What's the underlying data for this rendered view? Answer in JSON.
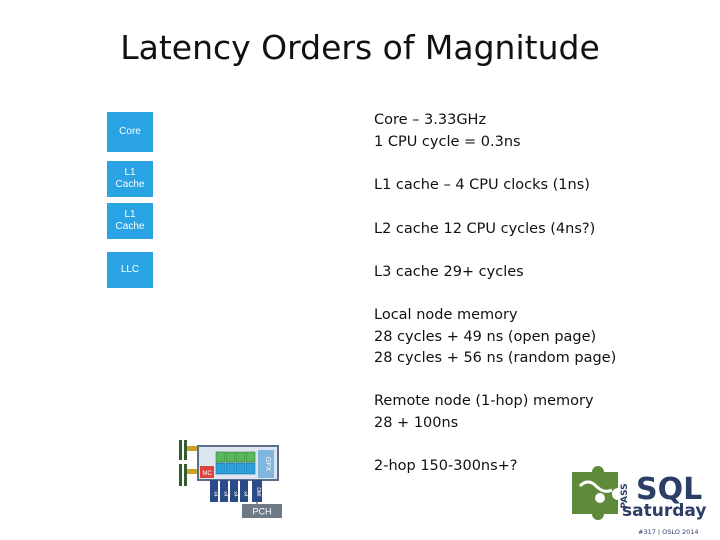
{
  "title": "Latency Orders of Magnitude",
  "blocks": [
    {
      "label": "Core"
    },
    {
      "label": "L1\nCache"
    },
    {
      "label": "L1\nCache"
    },
    {
      "label": "LLC"
    }
  ],
  "descriptions": [
    {
      "lines": [
        "Core – 3.33GHz",
        "1 CPU cycle = 0.3ns"
      ]
    },
    {
      "lines": [
        "L1 cache – 4 CPU clocks (1ns)"
      ]
    },
    {
      "lines": [
        "L2 cache 12 CPU cycles (4ns?)"
      ]
    },
    {
      "lines": [
        "L3 cache 29+ cycles"
      ]
    },
    {
      "lines": [
        "Local node memory",
        "28 cycles + 49 ns (open page)",
        "28 cycles + 56 ns (random page)"
      ]
    },
    {
      "lines": [
        "Remote node (1-hop) memory",
        "28 + 100ns"
      ]
    },
    {
      "lines": [
        "2-hop 150-300ns+?"
      ]
    }
  ],
  "chip": {
    "mc_label": "MC",
    "gfx_label": "GFX",
    "pch_label": "PCH",
    "dmi_label": "DMI",
    "qpi_labels": [
      "x4",
      "x4",
      "x4",
      "x4"
    ]
  },
  "logo": {
    "pass": "PASS",
    "sql": "SQL",
    "saturday": "saturday",
    "event": "#317 | OSLO 2014"
  },
  "colors": {
    "block_blue": "#29a3e3",
    "chip_border": "#5b6f8a",
    "core_green": "#5cb85c",
    "logo_green": "#5e8a3a",
    "logo_navy": "#2c3e66"
  }
}
